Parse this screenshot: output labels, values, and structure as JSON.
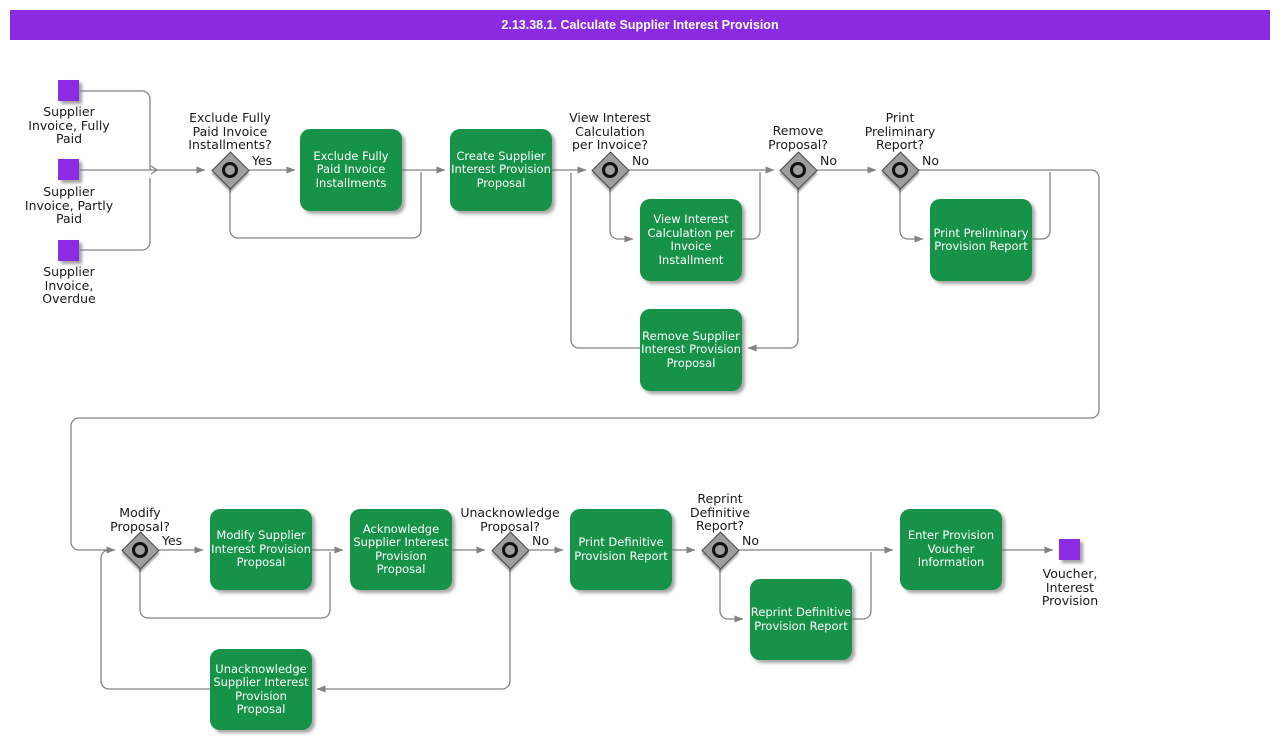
{
  "title": "2.13.38.1. Calculate Supplier Interest Provision",
  "colors": {
    "banner": "#8A2BE2",
    "task": "#169349",
    "event": "#8B2BE2",
    "connector": "#828282"
  },
  "events": [
    {
      "id": "start-supplier-invoice-fully-paid",
      "label": "Supplier Invoice, Fully Paid"
    },
    {
      "id": "start-supplier-invoice-partly-paid",
      "label": "Supplier Invoice, Partly Paid"
    },
    {
      "id": "start-supplier-invoice-overdue",
      "label": "Supplier Invoice, Overdue"
    },
    {
      "id": "end-voucher-interest-provision",
      "label": "Voucher, Interest Provision"
    }
  ],
  "gateways": [
    {
      "id": "exclude-fully-paid-invoice-installments",
      "label": "Exclude Fully Paid Invoice Installments?",
      "branch": "Yes"
    },
    {
      "id": "view-interest-calculation-per-invoice",
      "label": "View Interest Calculation per Invoice?",
      "branch": "No"
    },
    {
      "id": "remove-proposal",
      "label": "Remove Proposal?",
      "branch": "No"
    },
    {
      "id": "print-preliminary-report",
      "label": "Print Preliminary Report?",
      "branch": "No"
    },
    {
      "id": "modify-proposal",
      "label": "Modify Proposal?",
      "branch": "Yes"
    },
    {
      "id": "unacknowledge-proposal",
      "label": "Unacknowledge Proposal?",
      "branch": "No"
    },
    {
      "id": "reprint-definitive-report",
      "label": "Reprint Definitive Report?",
      "branch": "No"
    }
  ],
  "tasks": [
    {
      "id": "exclude-fully-paid-invoice-installments",
      "label": "Exclude Fully Paid Invoice Installments"
    },
    {
      "id": "create-supplier-interest-provision-proposal",
      "label": "Create Supplier Interest Provision Proposal"
    },
    {
      "id": "view-interest-calculation-per-invoice-installment",
      "label": "View Interest Calculation per Invoice Installment"
    },
    {
      "id": "remove-supplier-interest-provision-proposal",
      "label": "Remove Supplier Interest Provision Proposal"
    },
    {
      "id": "print-preliminary-provision-report",
      "label": "Print Preliminary Provision Report"
    },
    {
      "id": "modify-supplier-interest-provision-proposal",
      "label": "Modify Supplier Interest Provision Proposal"
    },
    {
      "id": "acknowledge-supplier-interest-provision-proposal",
      "label": "Acknowledge Supplier Interest Provision Proposal"
    },
    {
      "id": "unacknowledge-supplier-interest-provision-proposal",
      "label": "Unacknowledge Supplier Interest Provision Proposal"
    },
    {
      "id": "print-definitive-provision-report",
      "label": "Print Definitive Provision Report"
    },
    {
      "id": "reprint-definitive-provision-report",
      "label": "Reprint Definitive Provision Report"
    },
    {
      "id": "enter-provision-voucher-information",
      "label": "Enter Provision Voucher Information"
    }
  ]
}
